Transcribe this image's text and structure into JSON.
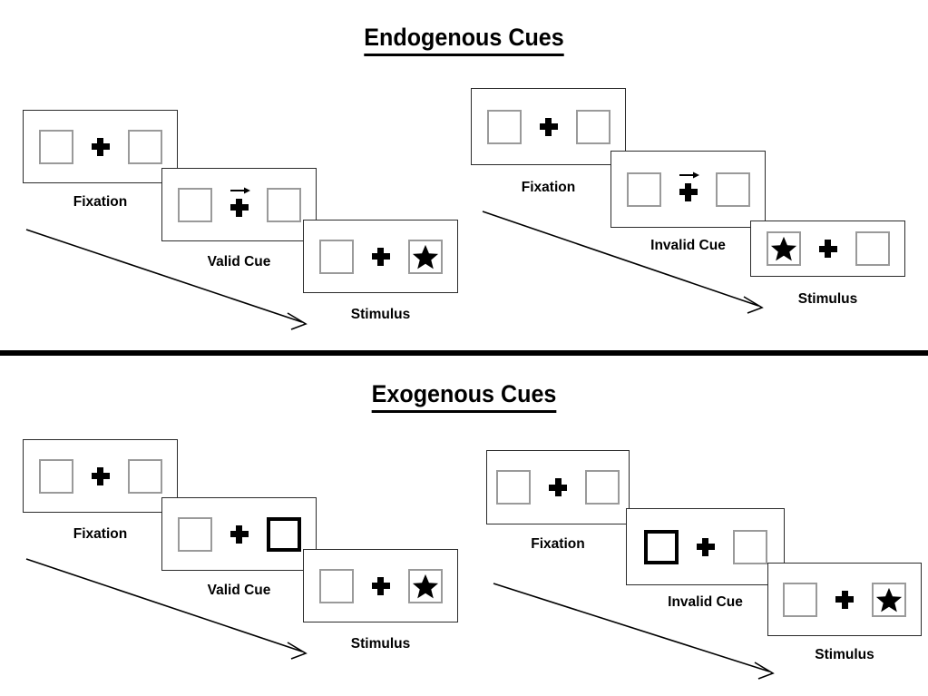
{
  "figure": {
    "title_top": "Endogenous Cues",
    "title_bottom": "Exogenous Cues"
  },
  "labels": {
    "fixation": "Fixation",
    "valid_cue": "Valid Cue",
    "invalid_cue": "Invalid Cue",
    "stimulus": "Stimulus"
  },
  "icons": {
    "fixation_cross": "plus-icon",
    "target": "star-icon",
    "cue_arrow": "arrow-right-icon",
    "sequence_arrow": "sequence-arrow-icon"
  },
  "colors": {
    "placeholder_border": "#9a9a9a",
    "cued_border": "#000000",
    "frame_border": "#2b2b2b",
    "ink": "#000000",
    "background": "#ffffff"
  },
  "sections": [
    {
      "id": "endogenous",
      "title": "Endogenous Cues",
      "cue_type": "central arrow",
      "sequences": [
        {
          "id": "endogenous-valid",
          "condition": "Valid Cue",
          "frames": [
            {
              "label": "Fixation",
              "left_box": "empty",
              "right_box": "empty",
              "center": "plus",
              "cue_arrow": false
            },
            {
              "label": "Valid Cue",
              "left_box": "empty",
              "right_box": "empty",
              "center": "plus",
              "cue_arrow": true,
              "cue_direction": "right"
            },
            {
              "label": "Stimulus",
              "left_box": "empty",
              "right_box": "star",
              "center": "plus",
              "cue_arrow": false
            }
          ]
        },
        {
          "id": "endogenous-invalid",
          "condition": "Invalid Cue",
          "frames": [
            {
              "label": "Fixation",
              "left_box": "empty",
              "right_box": "empty",
              "center": "plus",
              "cue_arrow": false
            },
            {
              "label": "Invalid Cue",
              "left_box": "empty",
              "right_box": "empty",
              "center": "plus",
              "cue_arrow": true,
              "cue_direction": "right"
            },
            {
              "label": "Stimulus",
              "left_box": "star",
              "right_box": "empty",
              "center": "plus",
              "cue_arrow": false
            }
          ]
        }
      ]
    },
    {
      "id": "exogenous",
      "title": "Exogenous Cues",
      "cue_type": "peripheral box flash",
      "sequences": [
        {
          "id": "exogenous-valid",
          "condition": "Valid Cue",
          "frames": [
            {
              "label": "Fixation",
              "left_box": "empty",
              "right_box": "empty",
              "center": "plus",
              "cue_arrow": false
            },
            {
              "label": "Valid Cue",
              "left_box": "empty",
              "right_box": "cued",
              "center": "plus",
              "cue_arrow": false
            },
            {
              "label": "Stimulus",
              "left_box": "empty",
              "right_box": "star",
              "center": "plus",
              "cue_arrow": false
            }
          ]
        },
        {
          "id": "exogenous-invalid",
          "condition": "Invalid Cue",
          "frames": [
            {
              "label": "Fixation",
              "left_box": "empty",
              "right_box": "empty",
              "center": "plus",
              "cue_arrow": false
            },
            {
              "label": "Invalid Cue",
              "left_box": "cued",
              "right_box": "empty",
              "center": "plus",
              "cue_arrow": false
            },
            {
              "label": "Stimulus",
              "left_box": "empty",
              "right_box": "star",
              "center": "plus",
              "cue_arrow": false
            }
          ]
        }
      ]
    }
  ]
}
